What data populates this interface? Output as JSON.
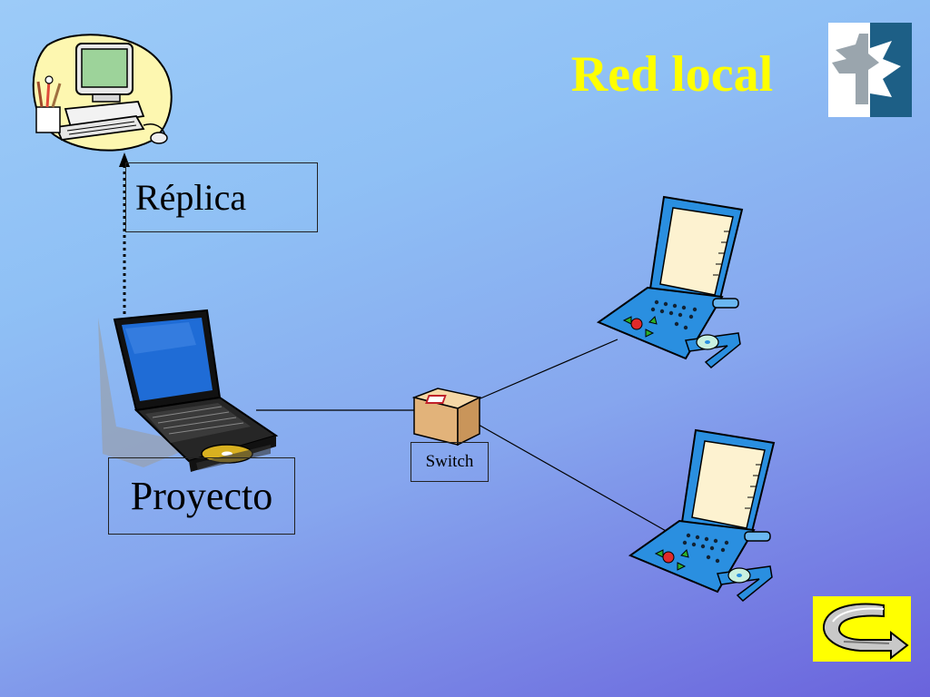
{
  "slide": {
    "title": "Red local",
    "replica_label": "Réplica",
    "proyecto_label": "Proyecto",
    "switch_label": "Switch"
  },
  "icons": {
    "desktop": "desktop-computer-icon",
    "main_laptop": "laptop-icon",
    "client_laptop": "laptop-icon",
    "switch": "switch-box-icon",
    "logo": "logo-icon",
    "nav": "back-arrow-icon"
  },
  "colors": {
    "title": "#ffff00",
    "bg_top": "#9ccbf8",
    "bg_bottom": "#6a63dc",
    "laptop_blue": "#2a8fe0",
    "logo_blue": "#1d5f86",
    "nav_yellow": "#ffff00"
  }
}
